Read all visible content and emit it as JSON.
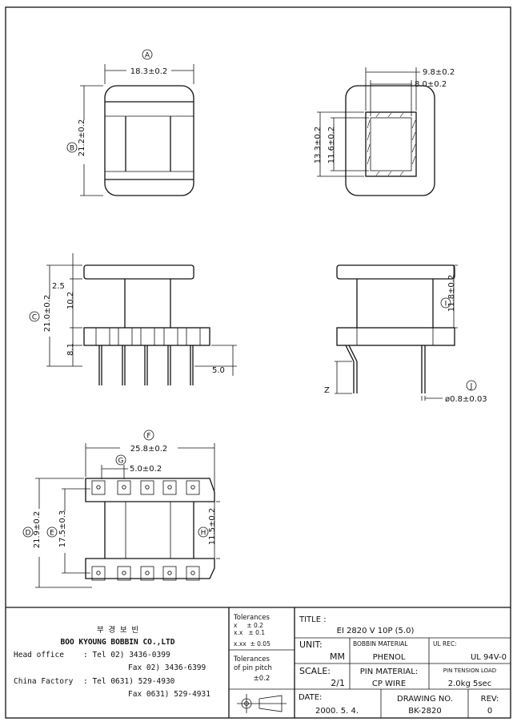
{
  "views": {
    "top_left": {
      "dim_A": "18.3±0.2",
      "dim_B": "21.2±0.2",
      "label_A": "A",
      "label_B": "B"
    },
    "top_right": {
      "dim_outer_w": "9.8±0.2",
      "dim_inner_w": "8.0±0.2",
      "dim_outer_h": "13.3±0.2",
      "dim_inner_h": "11.6±0.2"
    },
    "side_left": {
      "dim_C": "21.0±0.2",
      "label_C": "C",
      "dim_top": "2.5",
      "dim_mid": "10.2",
      "dim_base": "8.1",
      "dim_pin": "5.0"
    },
    "side_right": {
      "dim_I": "11.8±0.2",
      "label_I": "I",
      "label_J": "J",
      "dim_J": "ø0.8±0.03",
      "label_z": "Z"
    },
    "bottom": {
      "dim_F": "25.8±0.2",
      "label_F": "F",
      "dim_G": "5.0±0.2",
      "label_G": "G",
      "dim_D": "21.9±0.2",
      "label_D": "D",
      "dim_E": "17.5±0.3",
      "label_E": "E",
      "dim_H": "11.5±0.2",
      "label_H": "H"
    }
  },
  "title_block": {
    "company_korean": "부 경 보 빈",
    "company_name": "BOO KYOUNG BOBBIN CO.,LTD",
    "head_office_label": "Head office",
    "head_office_tel": ": Tel  02) 3436-0399",
    "head_office_fax": "Fax  02) 3436-6399",
    "china_label": "China Factory",
    "china_tel": ": Tel 0631) 529-4930",
    "china_fax": "Fax 0631) 529-4931",
    "tolerances_title": "Tolerances",
    "tol_x": "x     ± 0.2",
    "tol_xx": "x.x   ± 0.1",
    "tol_xxx": "x.xx  ± 0.05",
    "pitch_title1": "Tolerances",
    "pitch_title2": "of pin pitch",
    "pitch_value": "±0.2",
    "title_label": "TITLE :",
    "title_value": "EI 2820 V 10P (5.0)",
    "unit_label": "UNIT:",
    "unit_value": "MM",
    "bobbin_material_label": "BOBBIN MATERIAL",
    "bobbin_material_value": "PHENOL",
    "ul_rec_label": "UL REC:",
    "ul_rec_value": "UL 94V-0",
    "scale_label": "SCALE:",
    "scale_value": "2/1",
    "pin_material_label": "PIN MATERIAL:",
    "pin_material_value": "CP WIRE",
    "pin_tension_label": "PIN TENSION LOAD",
    "pin_tension_value": "2.0kg 5sec",
    "date_label": "DATE:",
    "date_value": "2000. 5. 4.",
    "drawing_no_label": "DRAWING NO.",
    "drawing_no_value": "BK-2820",
    "rev_label": "REV:",
    "rev_value": "0"
  }
}
